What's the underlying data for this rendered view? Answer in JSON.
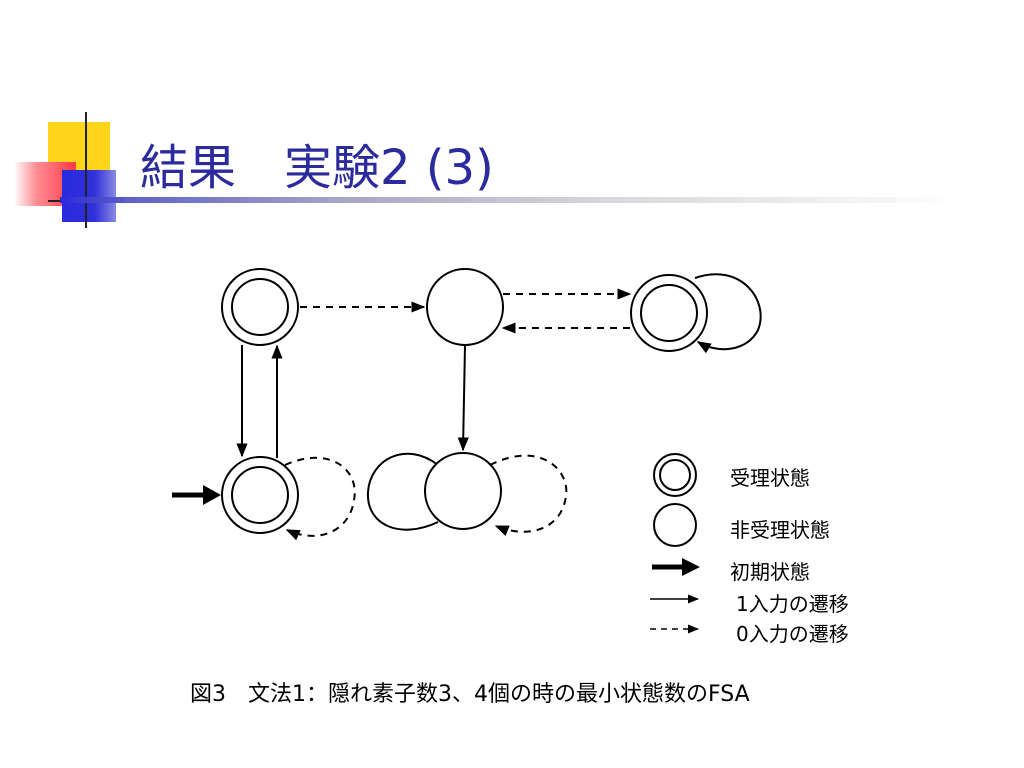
{
  "slide": {
    "title": "結果　実験2 (3)",
    "title_color": "#2b2b9e"
  },
  "legend": {
    "accepting_state": "受理状態",
    "non_accepting_state": "非受理状態",
    "initial_state": "初期状態",
    "transition_input_1": "1入力の遷移",
    "transition_input_0": "0入力の遷移"
  },
  "caption": "図3　文法1：隠れ素子数3、4個の時の最小状態数のFSA",
  "diagram": {
    "states": [
      {
        "id": "s1",
        "accepting": true,
        "initial": false
      },
      {
        "id": "s2",
        "accepting": false,
        "initial": false
      },
      {
        "id": "s3",
        "accepting": true,
        "initial": false
      },
      {
        "id": "s4",
        "accepting": true,
        "initial": true
      },
      {
        "id": "s5",
        "accepting": false,
        "initial": false
      }
    ],
    "transitions": [
      {
        "from": "s1",
        "to": "s2",
        "input": "0"
      },
      {
        "from": "s2",
        "to": "s3",
        "input": "0"
      },
      {
        "from": "s3",
        "to": "s2",
        "input": "0"
      },
      {
        "from": "s3",
        "to": "s3",
        "input": "1"
      },
      {
        "from": "s1",
        "to": "s4",
        "input": "1"
      },
      {
        "from": "s4",
        "to": "s1",
        "input": "1"
      },
      {
        "from": "s2",
        "to": "s5",
        "input": "1"
      },
      {
        "from": "s4",
        "to": "s4",
        "input": "0"
      },
      {
        "from": "s5",
        "to": "s5",
        "input": "1"
      },
      {
        "from": "s5",
        "to": "s5",
        "input": "0"
      }
    ]
  }
}
